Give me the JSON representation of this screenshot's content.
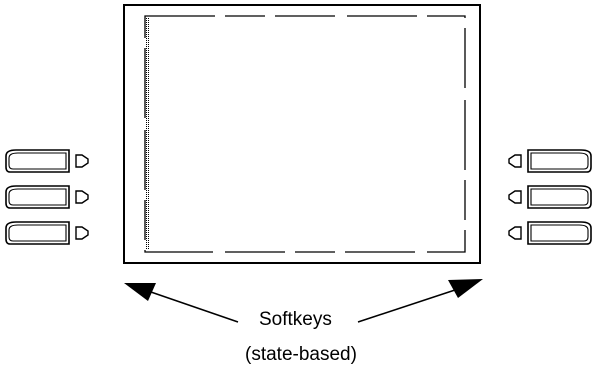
{
  "callout": {
    "label": "Softkeys",
    "sublabel": "(state-based)"
  },
  "softkeys": {
    "left": [
      {
        "id": "left-1"
      },
      {
        "id": "left-2"
      },
      {
        "id": "left-3"
      }
    ],
    "right": [
      {
        "id": "right-1"
      },
      {
        "id": "right-2"
      },
      {
        "id": "right-3"
      }
    ]
  },
  "icons": {
    "softkey_button": "softkey-button-icon",
    "pointer": "softkey-pointer-icon",
    "callout_arrow": "arrow-icon"
  },
  "colors": {
    "line": "#000000",
    "background": "#ffffff"
  }
}
